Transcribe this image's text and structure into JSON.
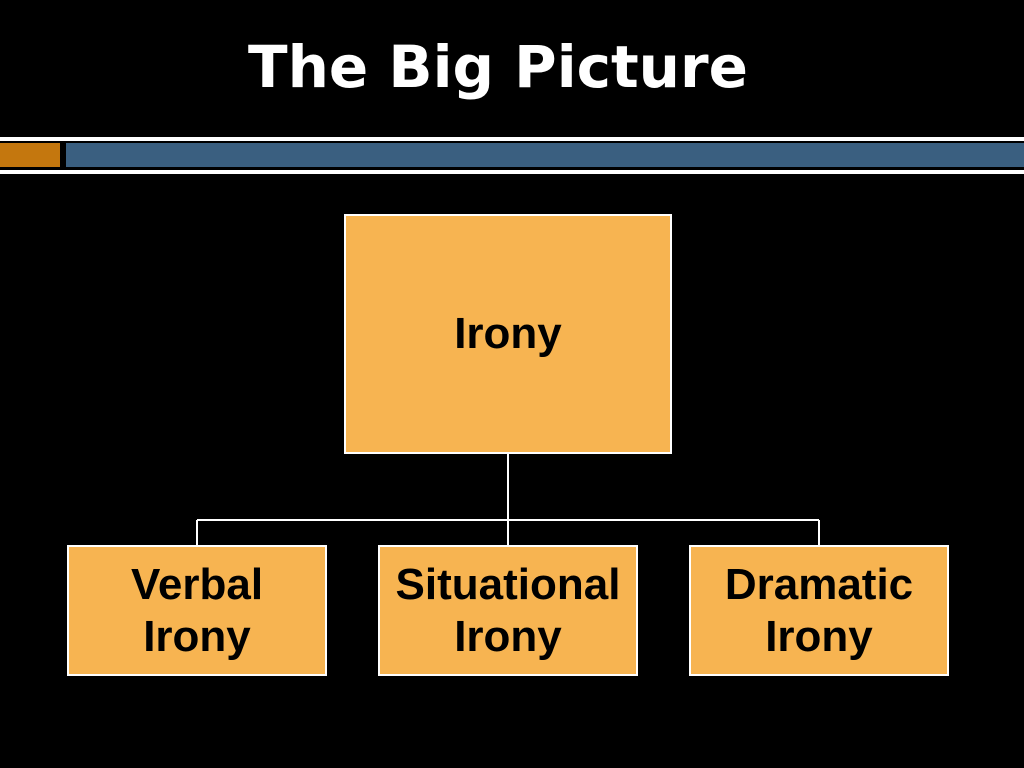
{
  "slide": {
    "title": "The Big Picture"
  },
  "colors": {
    "background": "#000000",
    "title_text": "#ffffff",
    "accent_orange": "#c4770e",
    "accent_blue": "#3a5f80",
    "node_fill": "#f7b451",
    "node_border": "#ffffff",
    "connector": "#ffffff"
  },
  "diagram": {
    "root": {
      "label": "Irony"
    },
    "children": [
      {
        "line1": "Verbal",
        "line2": "Irony"
      },
      {
        "line1": "Situational",
        "line2": "Irony"
      },
      {
        "line1": "Dramatic",
        "line2": "Irony"
      }
    ]
  }
}
